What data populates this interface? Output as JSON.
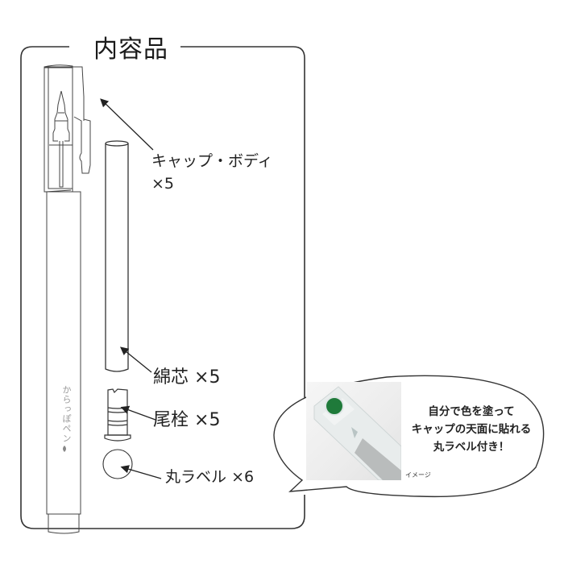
{
  "title": "内容品",
  "components": [
    {
      "name": "キャップ・ボディ",
      "qty": "×5"
    },
    {
      "name": "綿芯",
      "qty": "×5"
    },
    {
      "name": "尾栓",
      "qty": "×5"
    },
    {
      "name": "丸ラベル",
      "qty": "×6"
    }
  ],
  "pen_body_text": "からっぽペン",
  "callout": {
    "lines": [
      "自分で色を塗って",
      "キャップの天面に貼れる",
      "丸ラベル付き！"
    ],
    "caption": "イメージ",
    "label_color": "#1f7a3a"
  },
  "colors": {
    "line": "#333333",
    "background": "#ffffff"
  }
}
